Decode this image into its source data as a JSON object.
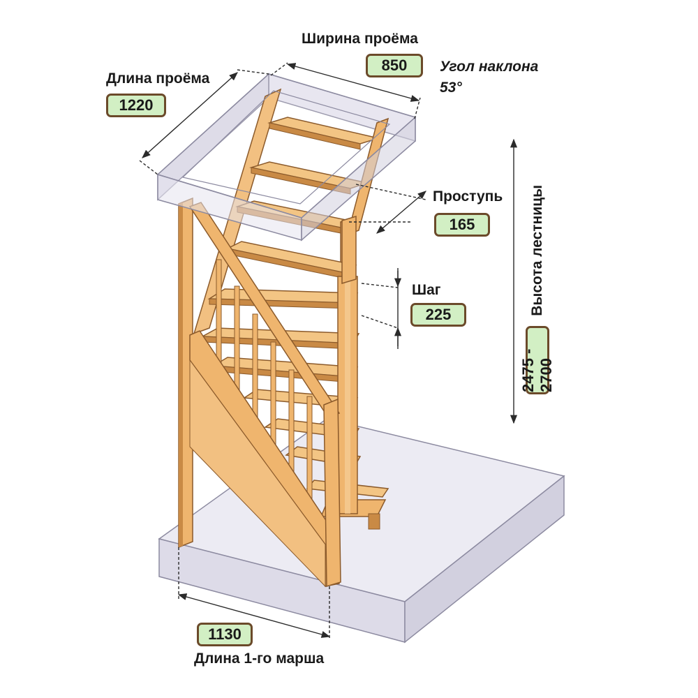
{
  "colors": {
    "wood": "#efb56e",
    "wood_dark": "#c98a45",
    "wood_edge": "#8b5a2b",
    "slab": "#e6e3ef",
    "slab_edge": "#8c8aa0",
    "badge_bg": "#d2efc4",
    "badge_border": "#6b4a2a",
    "dim_line": "#2b2b2b"
  },
  "opening_width": {
    "label": "Ширина проёма",
    "value": "850"
  },
  "opening_length": {
    "label": "Длина проёма",
    "value": "1220"
  },
  "slope_angle": {
    "label": "Угол наклона",
    "value": "53°"
  },
  "tread_depth": {
    "label": "Проступь",
    "value": "165"
  },
  "step_height": {
    "label": "Шаг",
    "value": "225"
  },
  "stair_height": {
    "label": "Высота лестницы",
    "value": "2475 - 2700"
  },
  "first_flight_length": {
    "label": "Длина 1-го марша",
    "value": "1130"
  }
}
